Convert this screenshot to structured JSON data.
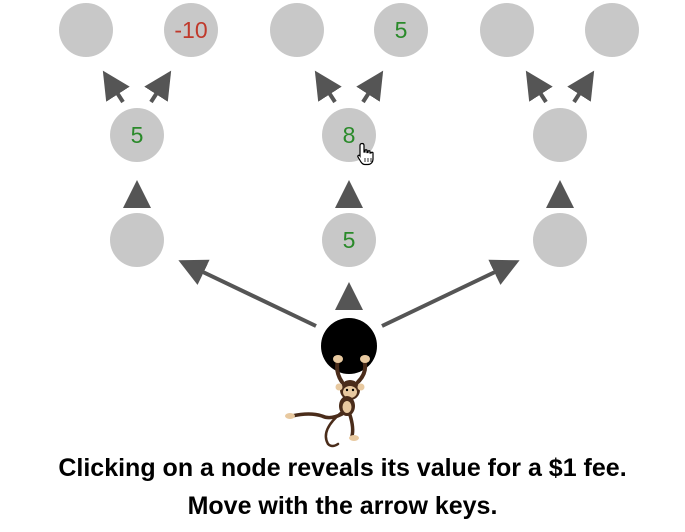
{
  "colors": {
    "node_fill": "#c8c8c8",
    "positive_value": "#2a8a2a",
    "negative_value": "#c0392b",
    "arrow": "#555555",
    "start_node": "#000000"
  },
  "nodes": {
    "left": {
      "level1": "",
      "level2": "5",
      "leaf_left": "",
      "leaf_right": "-10"
    },
    "middle": {
      "level1": "5",
      "level2": "8",
      "leaf_left": "",
      "leaf_right": "5"
    },
    "right": {
      "level1": "",
      "level2": "",
      "leaf_left": "",
      "leaf_right": ""
    }
  },
  "player": {
    "icon": "monkey-icon"
  },
  "cursor": {
    "icon": "hand-pointer-icon"
  },
  "instructions": {
    "line1": "Clicking on a node reveals its value for a $1 fee.",
    "line2": "Move with the arrow keys."
  }
}
